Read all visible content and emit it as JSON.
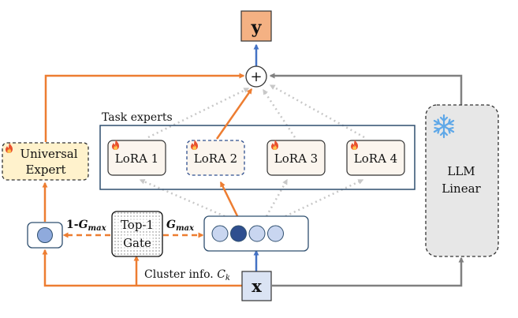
{
  "output": {
    "label": "y"
  },
  "input": {
    "label": "x"
  },
  "sum_symbol": "+",
  "task_experts": {
    "title": "Task experts",
    "experts": [
      {
        "label": "LoRA 1",
        "selected": false
      },
      {
        "label": "LoRA 2",
        "selected": true
      },
      {
        "label": "LoRA 3",
        "selected": false
      },
      {
        "label": "LoRA 4",
        "selected": false
      }
    ]
  },
  "universal_expert": {
    "line1": "Universal",
    "line2": "Expert"
  },
  "gate": {
    "line1": "Top-1",
    "line2": "Gate"
  },
  "llm": {
    "line1": "LLM",
    "line2": "Linear"
  },
  "labels": {
    "one_minus_gmax": {
      "prefix": "1-",
      "symbol": "G",
      "subscript": "max"
    },
    "gmax": {
      "symbol": "G",
      "subscript": "max"
    },
    "cluster": {
      "prefix": "Cluster info. ",
      "symbol": "C",
      "subscript": "k"
    }
  },
  "router_slots": {
    "count": 4,
    "selected_index": 1
  },
  "colors": {
    "orange": "#ED7D31",
    "blue": "#4472C4",
    "gray": "#808080",
    "light_gray": "#D0D0D0",
    "output_fill": "#F4B183",
    "input_fill": "#DAE3F3",
    "expert_fill": "#FBF5EE",
    "universal_fill": "#FFF2CC",
    "llm_fill": "#E7E7E7",
    "slot_fill": "#C9D6F0",
    "slot_selected": "#2F4F8F",
    "snowflake": "#5FA8E8"
  },
  "icons": {
    "fire": "fire-icon",
    "snowflake": "snowflake-icon"
  }
}
